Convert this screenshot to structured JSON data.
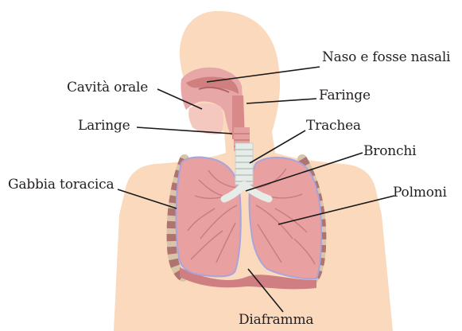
{
  "labels": {
    "nose": "Naso e fosse nasali",
    "oral_cavity": "Cavità orale",
    "pharynx": "Faringe",
    "larynx": "Laringe",
    "trachea": "Trachea",
    "bronchi": "Bronchi",
    "rib_cage": "Gabbia toracica",
    "lungs": "Polmoni",
    "diaphragm": "Diaframma"
  },
  "colors": {
    "skin": "#fbd9bd",
    "lung": "#e9a0a0",
    "lung_dark": "#c97b7f",
    "lung_outline": "#a9a4dc",
    "trachea": "#e6ece8",
    "rib": "#b07470",
    "rib_cartilage": "#d8c4a8",
    "airway": "#d88a88",
    "leader": "#1a1a1a"
  }
}
